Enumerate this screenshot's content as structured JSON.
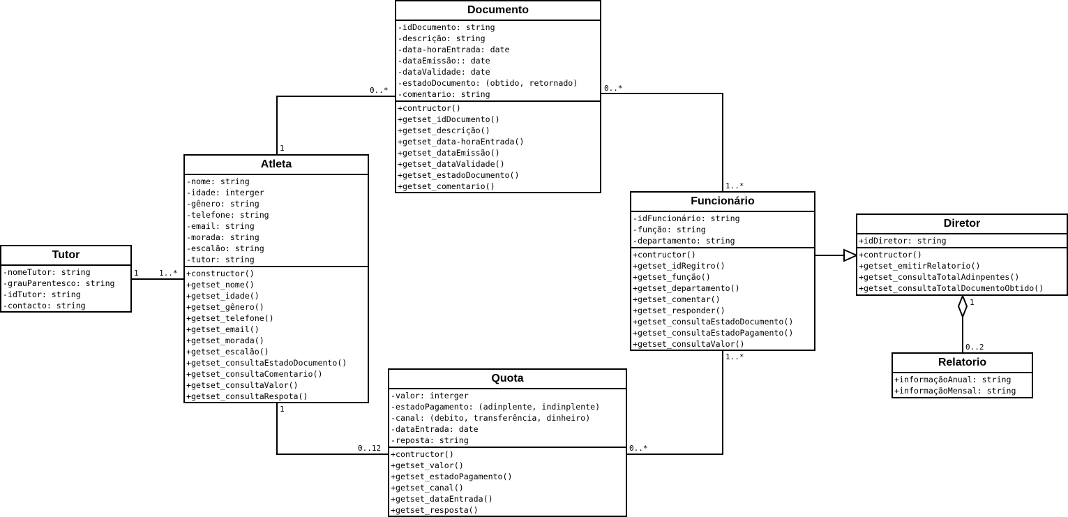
{
  "classes": {
    "documento": {
      "name": "Documento",
      "attributes": [
        "-idDocumento: string",
        "-descrição: string",
        "-data-horaEntrada: date",
        "-dataEmissão:: date",
        "-dataValidade: date",
        "-estadoDocumento: (obtido, retornado)",
        "-comentario: string"
      ],
      "methods": [
        "+contructor()",
        "+getset_idDocumento()",
        "+getset_descrição()",
        "+getset_data-horaEntrada()",
        "+getset_dataEmissão()",
        "+getset_dataValidade()",
        "+getset_estadoDocumento()",
        "+getset_comentario()"
      ]
    },
    "atleta": {
      "name": "Atleta",
      "attributes": [
        "-nome: string",
        "-idade: interger",
        "-gênero: string",
        "-telefone: string",
        "-email: string",
        "-morada: string",
        "-escalão: string",
        "-tutor: string"
      ],
      "methods": [
        "+constructor()",
        "+getset_nome()",
        "+getset_idade()",
        "+getset_gênero()",
        "+getset_telefone()",
        "+getset_email()",
        "+getset_morada()",
        "+getset_escalão()",
        "+getset_consultaEstadoDocumento()",
        "+getset_consultaComentario()",
        "+getset_consultaValor()",
        "+getset_consultaRespota()"
      ]
    },
    "tutor": {
      "name": "Tutor",
      "attributes": [
        "-nomeTutor: string",
        "-grauParentesco: string",
        "-idTutor: string",
        "-contacto: string"
      ],
      "methods": []
    },
    "funcionario": {
      "name": "Funcionário",
      "attributes": [
        "-idFuncionário: string",
        "-função: string",
        "-departamento: string"
      ],
      "methods": [
        "+contructor()",
        "+getset_idRegitro()",
        "+getset_função()",
        "+getset_departamento()",
        "+getset_comentar()",
        "+getset_responder()",
        "+getset_consultaEstadoDocumento()",
        "+getset_consultaEstadoPagamento()",
        "+getset_consultaValor()"
      ]
    },
    "diretor": {
      "name": "Diretor",
      "attributes": [
        "+idDiretor: string"
      ],
      "methods": [
        "+contructor()",
        "+getset_emitirRelatorio()",
        "+getset_consultaTotalAdinpentes()",
        "+getset_consultaTotalDocumentoObtido()"
      ]
    },
    "relatorio": {
      "name": "Relatorio",
      "attributes": [
        "+informaçãoAnual: string",
        "+informaçãoMensal: string"
      ],
      "methods": []
    },
    "quota": {
      "name": "Quota",
      "attributes": [
        "-valor: interger",
        "-estadoPagamento: (adinplente, indinplente)",
        "-canal: (debito, transferência, dinheiro)",
        "-dataEntrada: date",
        "-reposta: string"
      ],
      "methods": [
        "+contructor()",
        "+getset_valor()",
        "+getset_estadoPagamento()",
        "+getset_canal()",
        "+getset_dataEntrada()",
        "+getset_resposta()"
      ]
    }
  },
  "multiplicities": {
    "doc_atleta": "0..*",
    "atleta_doc": "1",
    "doc_func": "0..*",
    "func_doc": "1..*",
    "tutor_atleta": "1",
    "atleta_tutor": "1..*",
    "atleta_quota": "1",
    "quota_atleta": "0..12",
    "quota_func": "0..*",
    "func_quota": "1..*",
    "diretor_relatorio": "1",
    "relatorio_diretor": "0..2"
  }
}
